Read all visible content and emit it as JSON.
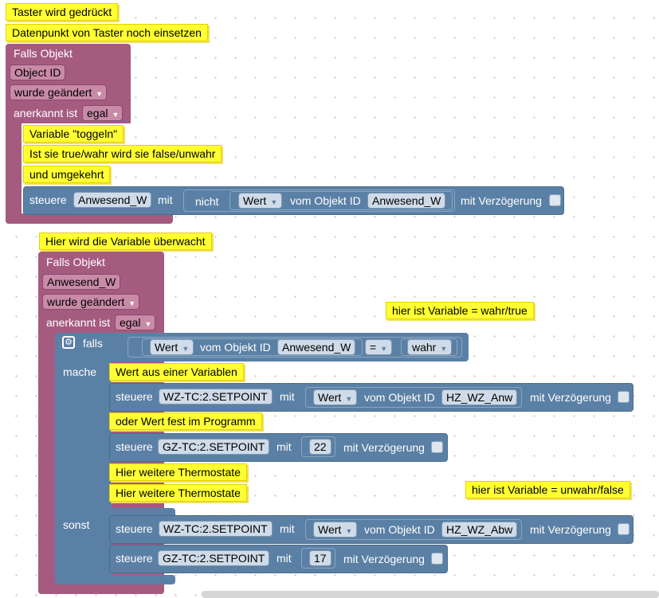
{
  "comments": {
    "c1": "Taster wird gedrückt",
    "c2": "Datenpunkt von Taster noch einsetzen",
    "c3": "Variable \"toggeln\"",
    "c4": "Ist sie true/wahr wird sie false/unwahr",
    "c5": "und umgekehrt",
    "c6": "Hier wird die Variable überwacht",
    "c7": "hier ist Variable = wahr/true",
    "c8": "Wert aus einer Variablen",
    "c9": "oder Wert fest im Programm",
    "c10": "Hier weitere Thermostate",
    "c11": "Hier weitere Thermostate",
    "c12": "hier ist Variable = unwahr/false"
  },
  "event1": {
    "label": "Falls Objekt",
    "object_id": "Object ID",
    "changed": "wurde geändert",
    "ack_label": "anerkannt ist",
    "ack_value": "egal",
    "steuere": "steuere",
    "target": "Anwesend_W",
    "mit": "mit",
    "nicht": "nicht",
    "wert": "Wert",
    "vom_objekt": "vom Objekt ID",
    "source": "Anwesend_W",
    "delay": "mit Verzögerung"
  },
  "event2": {
    "label": "Falls Objekt",
    "object_id": "Anwesend_W",
    "changed": "wurde geändert",
    "ack_label": "anerkannt ist",
    "ack_value": "egal"
  },
  "if_block": {
    "falls": "falls",
    "mache": "mache",
    "sonst": "sonst",
    "wert": "Wert",
    "vom_objekt": "vom Objekt ID",
    "source": "Anwesend_W",
    "operator": "=",
    "value": "wahr"
  },
  "rows": [
    {
      "steuere": "steuere",
      "target": "WZ-TC:2.SETPOINT",
      "mit": "mit",
      "wert": "Wert",
      "vom_objekt": "vom Objekt ID",
      "source": "HZ_WZ_Anw",
      "delay": "mit Verzögerung"
    },
    {
      "steuere": "steuere",
      "target": "GZ-TC:2.SETPOINT",
      "mit": "mit",
      "number": "22",
      "delay": "mit Verzögerung"
    },
    {
      "steuere": "steuere",
      "target": "WZ-TC:2.SETPOINT",
      "mit": "mit",
      "wert": "Wert",
      "vom_objekt": "vom Objekt ID",
      "source": "HZ_WZ_Abw",
      "delay": "mit Verzögerung"
    },
    {
      "steuere": "steuere",
      "target": "GZ-TC:2.SETPOINT",
      "mit": "mit",
      "number": "17",
      "delay": "mit Verzögerung"
    }
  ],
  "icons": {
    "dropdown": "▼",
    "gear": "⚙"
  }
}
